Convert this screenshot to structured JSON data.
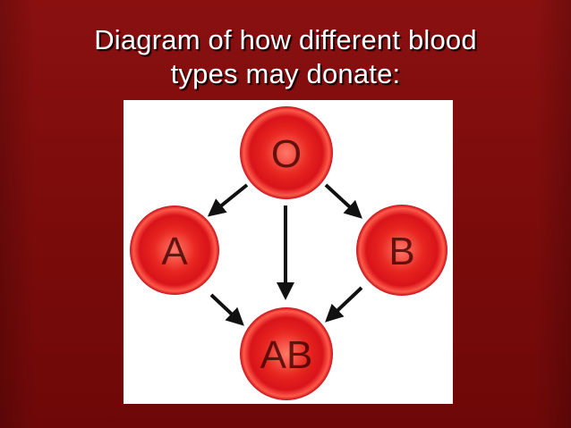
{
  "slide": {
    "title_line1": "Diagram of how different blood",
    "title_line2": "types may donate:"
  },
  "diagram": {
    "nodes": [
      {
        "id": "O",
        "label": "O"
      },
      {
        "id": "A",
        "label": "A"
      },
      {
        "id": "B",
        "label": "B"
      },
      {
        "id": "AB",
        "label": "AB"
      }
    ],
    "edges": [
      {
        "from": "O",
        "to": "A"
      },
      {
        "from": "O",
        "to": "B"
      },
      {
        "from": "O",
        "to": "AB"
      },
      {
        "from": "A",
        "to": "AB"
      },
      {
        "from": "B",
        "to": "AB"
      }
    ]
  },
  "colors": {
    "background": "#7a0c0c",
    "cell_red": "#e01e1e",
    "arrow": "#111111"
  }
}
